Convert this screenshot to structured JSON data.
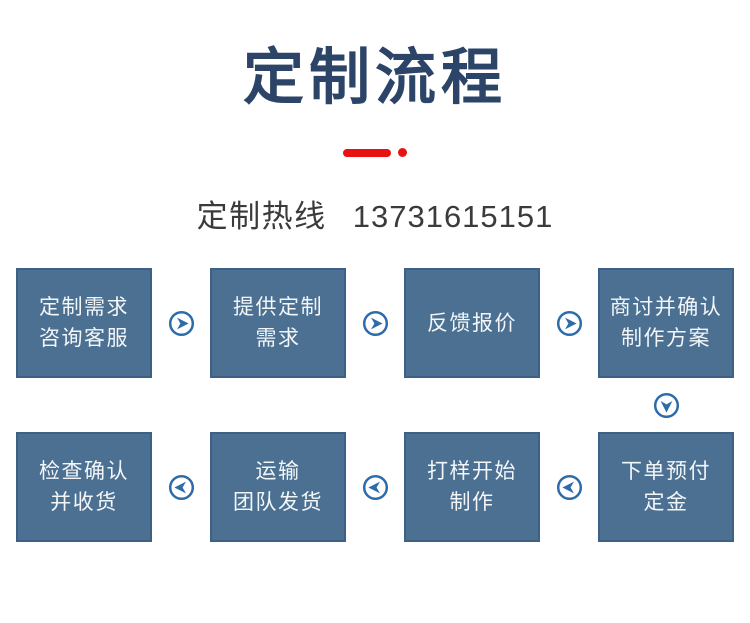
{
  "title": "定制流程",
  "hotline": {
    "label": "定制热线",
    "number": "13731615151"
  },
  "flow": {
    "row1": [
      {
        "line1": "定制需求",
        "line2": "咨询客服"
      },
      {
        "line1": "提供定制",
        "line2": "需求"
      },
      {
        "line1": "反馈报价",
        "line2": ""
      },
      {
        "line1": "商讨并确认",
        "line2": "制作方案"
      }
    ],
    "row2": [
      {
        "line1": "检查确认",
        "line2": "并收货"
      },
      {
        "line1": "运输",
        "line2": "团队发货"
      },
      {
        "line1": "打样开始",
        "line2": "制作"
      },
      {
        "line1": "下单预付",
        "line2": "定金"
      }
    ]
  },
  "icons": {
    "row1_arrows": "circle-arrow-right",
    "row2_arrows": "circle-arrow-left",
    "column4_connector": "circle-arrow-down"
  },
  "colors": {
    "title_navy": "#2b4467",
    "accent_red": "#e81212",
    "hotline_gray": "#3b3b3b",
    "box_fill": "#4b7092",
    "box_border": "#3d6087",
    "arrow_blue": "#2d6cab",
    "box_text": "#f3f6f8"
  }
}
